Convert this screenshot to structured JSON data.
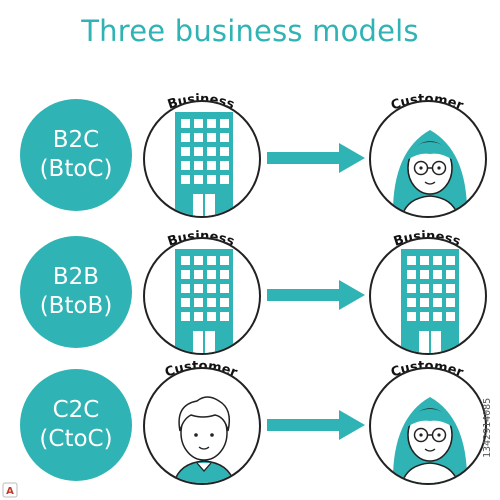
{
  "title": "Three business models",
  "colors": {
    "accent": "#2fb3b4",
    "outline": "#222222"
  },
  "rows": [
    {
      "badge_line1": "B2C",
      "badge_line2": "(BtoC)",
      "left_label": "Business",
      "left_icon": "building-icon",
      "right_label": "Customer",
      "right_icon": "woman-with-glasses-icon"
    },
    {
      "badge_line1": "B2B",
      "badge_line2": "(BtoB)",
      "left_label": "Business",
      "left_icon": "building-icon",
      "right_label": "Business",
      "right_icon": "building-icon"
    },
    {
      "badge_line1": "C2C",
      "badge_line2": "(CtoC)",
      "left_label": "Customer",
      "left_icon": "man-icon",
      "right_label": "Customer",
      "right_icon": "woman-with-glasses-icon"
    }
  ],
  "watermark_id": "1342914085"
}
